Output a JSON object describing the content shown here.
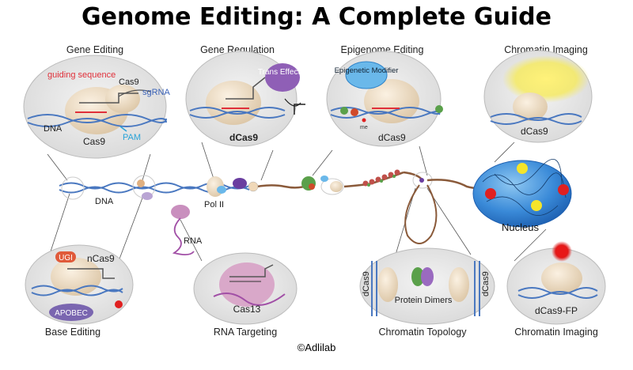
{
  "title": "Genome Editing: A Complete Guide",
  "copyright": "©Adlilab",
  "panels": {
    "gene_editing": {
      "label": "Gene Editing",
      "guiding_sequence": "guiding sequence",
      "cas9_top": "Cas9",
      "sgrna": "sgRNA",
      "dna": "DNA",
      "cas9": "Cas9",
      "pam": "PAM"
    },
    "gene_regulation": {
      "label": "Gene Regulation",
      "trans_effector": "Trans Effector",
      "dcas9": "dCas9"
    },
    "epigenome_editing": {
      "label": "Epigenome Editing",
      "epigenetic_modifier": "Epigenetic Modifier",
      "dcas9": "dCas9",
      "me": "me"
    },
    "chromatin_imaging_top": {
      "label": "Chromatin Imaging",
      "dcas9": "dCas9"
    },
    "base_editing": {
      "label": "Base Editing",
      "ugi": "UGI",
      "ncas9": "nCas9",
      "apobec": "APOBEC"
    },
    "rna_targeting": {
      "label": "RNA Targeting",
      "cas13": "Cas13"
    },
    "chromatin_topology": {
      "label": "Chromatin Topology",
      "dcas9_left": "dCas9",
      "dcas9_right": "dCas9",
      "protein_dimers": "Protein Dimers"
    },
    "chromatin_imaging_bottom": {
      "label": "Chromatin Imaging",
      "dcas9_fp": "dCas9-FP"
    }
  },
  "center": {
    "dna": "DNA",
    "pol2": "Pol II",
    "rna": "RNA",
    "nucleus": "Nucleus"
  },
  "colors": {
    "oval_fill": "#e6e6e6",
    "cas9": "#ecdcc4",
    "dna_blue": "#4a78c0",
    "rna_purple": "#a14fa6",
    "cas13": "#d9a8c9",
    "effector": "#8f5fb6",
    "modifier": "#4aa3dd",
    "nucleus": "#2f86d6",
    "chromatin": "#8a5a3a",
    "red": "#e02020",
    "yellow": "#f4e42a"
  }
}
